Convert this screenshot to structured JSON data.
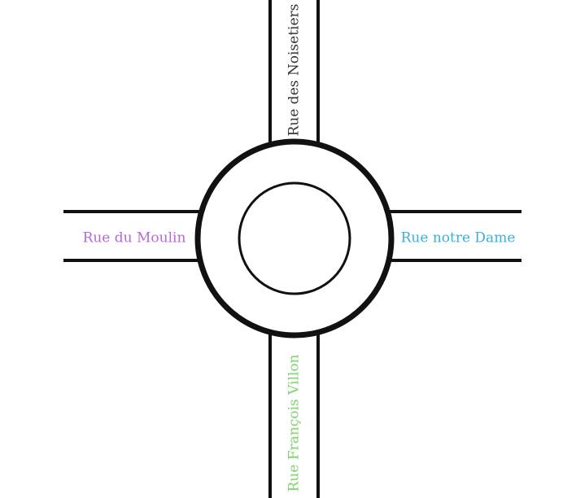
{
  "map": {
    "streets": {
      "north": {
        "name": "Rue des Noisetiers",
        "color": "#333333"
      },
      "west": {
        "name": "Rue du Moulin",
        "color": "#b36bd6"
      },
      "east": {
        "name": "Rue notre Dame",
        "color": "#3ab0e2"
      },
      "south": {
        "name": "Rue François Villon",
        "color": "#7ed36a"
      }
    },
    "features": {
      "roundabout": "roundabout",
      "central_island": "central-island"
    }
  }
}
